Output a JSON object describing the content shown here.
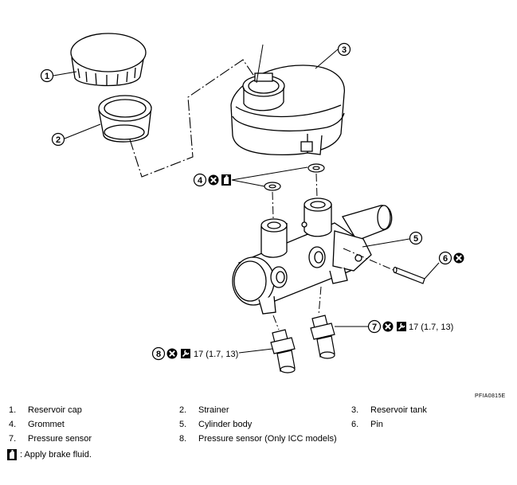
{
  "diagram": {
    "reference_code": "PFIA0815E",
    "callouts": {
      "c1": "1",
      "c2": "2",
      "c3": "3",
      "c4": "4",
      "c5": "5",
      "c6": "6",
      "c7": "7",
      "c8": "8"
    },
    "torque": {
      "t7": "17 (1.7, 13)",
      "t8": "17 (1.7, 13)"
    }
  },
  "legend": {
    "items": [
      {
        "num": "1.",
        "label": "Reservoir cap"
      },
      {
        "num": "2.",
        "label": "Strainer"
      },
      {
        "num": "3.",
        "label": "Reservoir tank"
      },
      {
        "num": "4.",
        "label": "Grommet"
      },
      {
        "num": "5.",
        "label": "Cylinder body"
      },
      {
        "num": "6.",
        "label": "Pin"
      },
      {
        "num": "7.",
        "label": "Pressure sensor"
      },
      {
        "num": "8.",
        "label": "Pressure sensor (Only ICC models)"
      }
    ],
    "note": ": Apply brake fluid.",
    "icons": {
      "fluid": "brake-fluid-icon",
      "noreuse": "do-not-reuse-icon",
      "torque": "torque-wrench-icon"
    }
  }
}
